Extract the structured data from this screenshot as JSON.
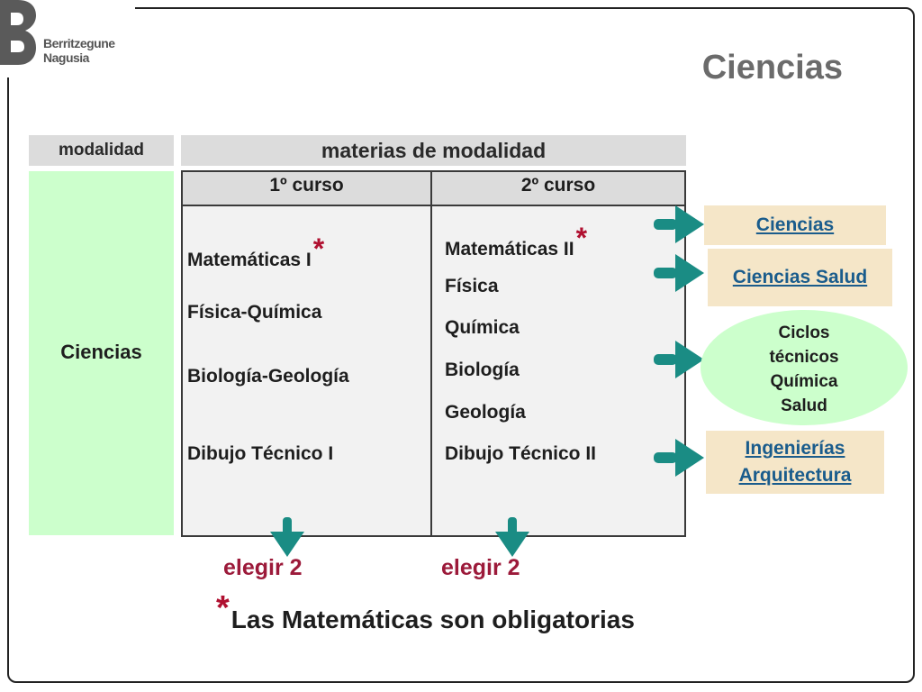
{
  "logo": {
    "line1": "Berritzegune",
    "line2": "Nagusia"
  },
  "title": "Ciencias",
  "headers": {
    "modalidad": "modalidad",
    "materias": "materias de modalidad"
  },
  "modalidad_label": "Ciencias",
  "columns": [
    {
      "label": "1º curso",
      "subjects": [
        "Matemáticas I",
        "Física-Química",
        "Biología-Geología",
        "Dibujo Técnico I"
      ]
    },
    {
      "label": "2º curso",
      "subjects": [
        "Matemáticas II",
        "Física",
        "Química",
        "Biología",
        "Geología",
        "Dibujo Técnico II"
      ]
    }
  ],
  "star": "*",
  "outcomes": {
    "ciencias": "Ciencias",
    "ciencias_salud": "Ciencias Salud",
    "ciclos": [
      "Ciclos",
      "técnicos",
      "Química",
      "Salud"
    ],
    "ingenierias": [
      "Ingenierías",
      "Arquitectura"
    ]
  },
  "choose_label": "elegir 2",
  "footnote": "Las Matemáticas son obligatorias",
  "colors": {
    "arrow": "#1a8c84",
    "accent_red": "#9c1a3a",
    "green_fill": "#ccffcc",
    "tan_fill": "#f5e6c8",
    "link_blue": "#1a5c8c"
  }
}
